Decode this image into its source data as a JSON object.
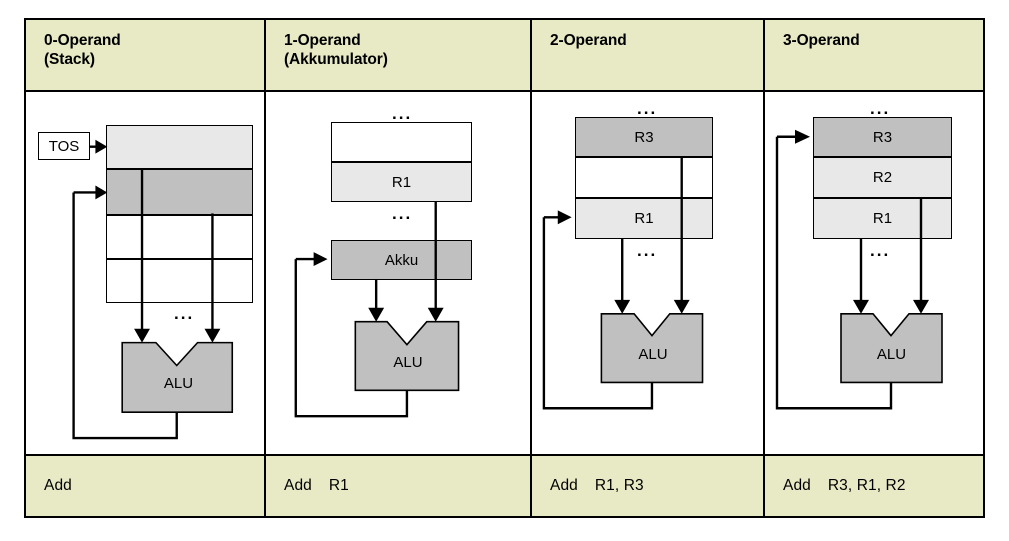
{
  "diagram": {
    "title_implicit": "Operand count instruction formats",
    "colors": {
      "header_background": "#e8e9c5",
      "footer_background": "#e8e9c5",
      "fill_light": "#e8e8e8",
      "fill_dark": "#c0c0c0",
      "fill_white": "#ffffff",
      "border": "#000000",
      "page_background": "#ffffff"
    },
    "columns": [
      {
        "key": "zero-operand",
        "header_line1": "0-Operand",
        "header_line2": "(Stack)",
        "pointer_label": "TOS",
        "top_dots": "",
        "mid_dots": "...",
        "alu_label": "ALU",
        "stack_cells": [
          {
            "label": "",
            "fill": "light"
          },
          {
            "label": "",
            "fill": "dark"
          },
          {
            "label": "",
            "fill": "white"
          },
          {
            "label": "",
            "fill": "white"
          }
        ],
        "instruction": {
          "mnemonic": "Add",
          "operands": ""
        }
      },
      {
        "key": "one-operand",
        "header_line1": "1-Operand",
        "header_line2": "(Akkumulator)",
        "top_dots": "...",
        "mid_dots": "...",
        "accumulator_label": "Akku",
        "alu_label": "ALU",
        "register_cells": [
          {
            "label": "",
            "fill": "white"
          },
          {
            "label": "R1",
            "fill": "light"
          }
        ],
        "instruction": {
          "mnemonic": "Add",
          "operands": "R1"
        }
      },
      {
        "key": "two-operand",
        "header_line1": "2-Operand",
        "header_line2": "",
        "top_dots": "...",
        "mid_dots": "...",
        "alu_label": "ALU",
        "register_cells": [
          {
            "label": "R3",
            "fill": "dark"
          },
          {
            "label": "",
            "fill": "white"
          },
          {
            "label": "R1",
            "fill": "light"
          }
        ],
        "instruction": {
          "mnemonic": "Add",
          "operands": "R1, R3"
        }
      },
      {
        "key": "three-operand",
        "header_line1": "3-Operand",
        "header_line2": "",
        "top_dots": "...",
        "mid_dots": "...",
        "alu_label": "ALU",
        "register_cells": [
          {
            "label": "R3",
            "fill": "dark"
          },
          {
            "label": "R2",
            "fill": "light"
          },
          {
            "label": "R1",
            "fill": "light"
          }
        ],
        "instruction": {
          "mnemonic": "Add",
          "operands": "R3, R1, R2"
        }
      }
    ]
  }
}
